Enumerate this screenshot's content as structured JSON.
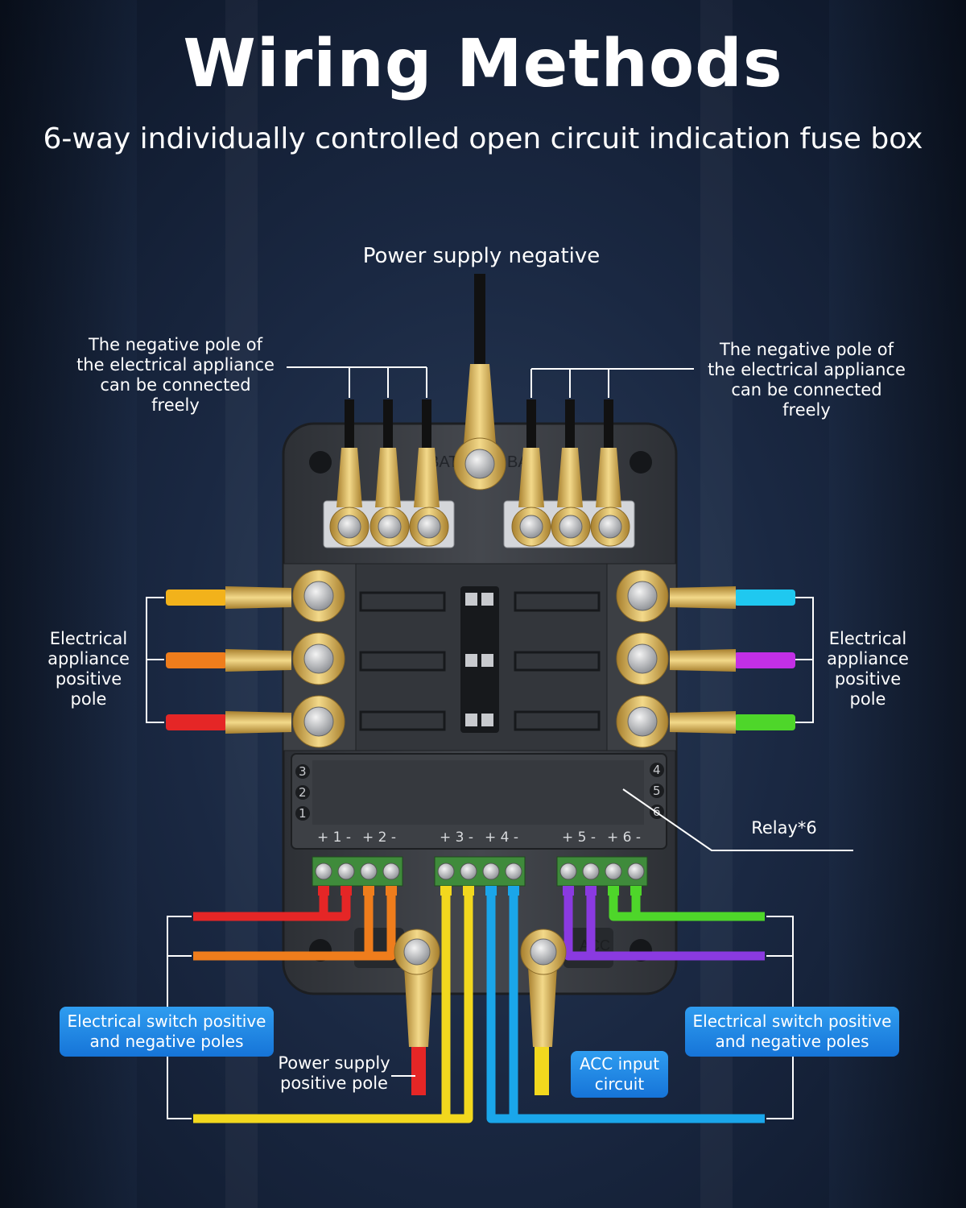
{
  "title": "Wiring Methods",
  "subtitle": "6-way individually controlled open circuit indication fuse box",
  "labels": {
    "power_negative": "Power supply negative",
    "neg_pole_left": "The negative pole of the electrical appliance can be connected freely",
    "neg_pole_right": "The negative pole of the electrical appliance can be connected freely",
    "appliance_pos_left": "Electrical appliance positive pole",
    "appliance_pos_right": "Electrical appliance positive pole",
    "relay": "Relay*6",
    "power_positive": "Power supply positive pole",
    "switch_left": "Electrical switch positive and negative poles",
    "switch_right": "Electrical switch positive and negative poles",
    "acc": "ACC input circuit"
  },
  "box_marks": {
    "bat_left": "BAT",
    "bat_right": "BAT",
    "acc": "ACC",
    "relay_numbers_left": [
      "3",
      "2",
      "1"
    ],
    "relay_numbers_right": [
      "4",
      "5",
      "6"
    ],
    "channel_labels": [
      "+ 1 -",
      "+ 2 -",
      "+ 3 -",
      "+ 4 -",
      "+ 5 -",
      "+ 6 -"
    ]
  },
  "colors": {
    "background": "#1a2842",
    "box": "#3a3d42",
    "brass": "#d9b15a",
    "badge": "#1e88e5",
    "wire_yellow": "#f2d81e",
    "wire_orange": "#ef7d1c",
    "wire_red": "#e52626",
    "wire_cyan": "#1fc8f0",
    "wire_blue": "#1aa6ea",
    "wire_magenta": "#c22fe6",
    "wire_green": "#4ed62a",
    "wire_purple": "#8a3ae0"
  }
}
